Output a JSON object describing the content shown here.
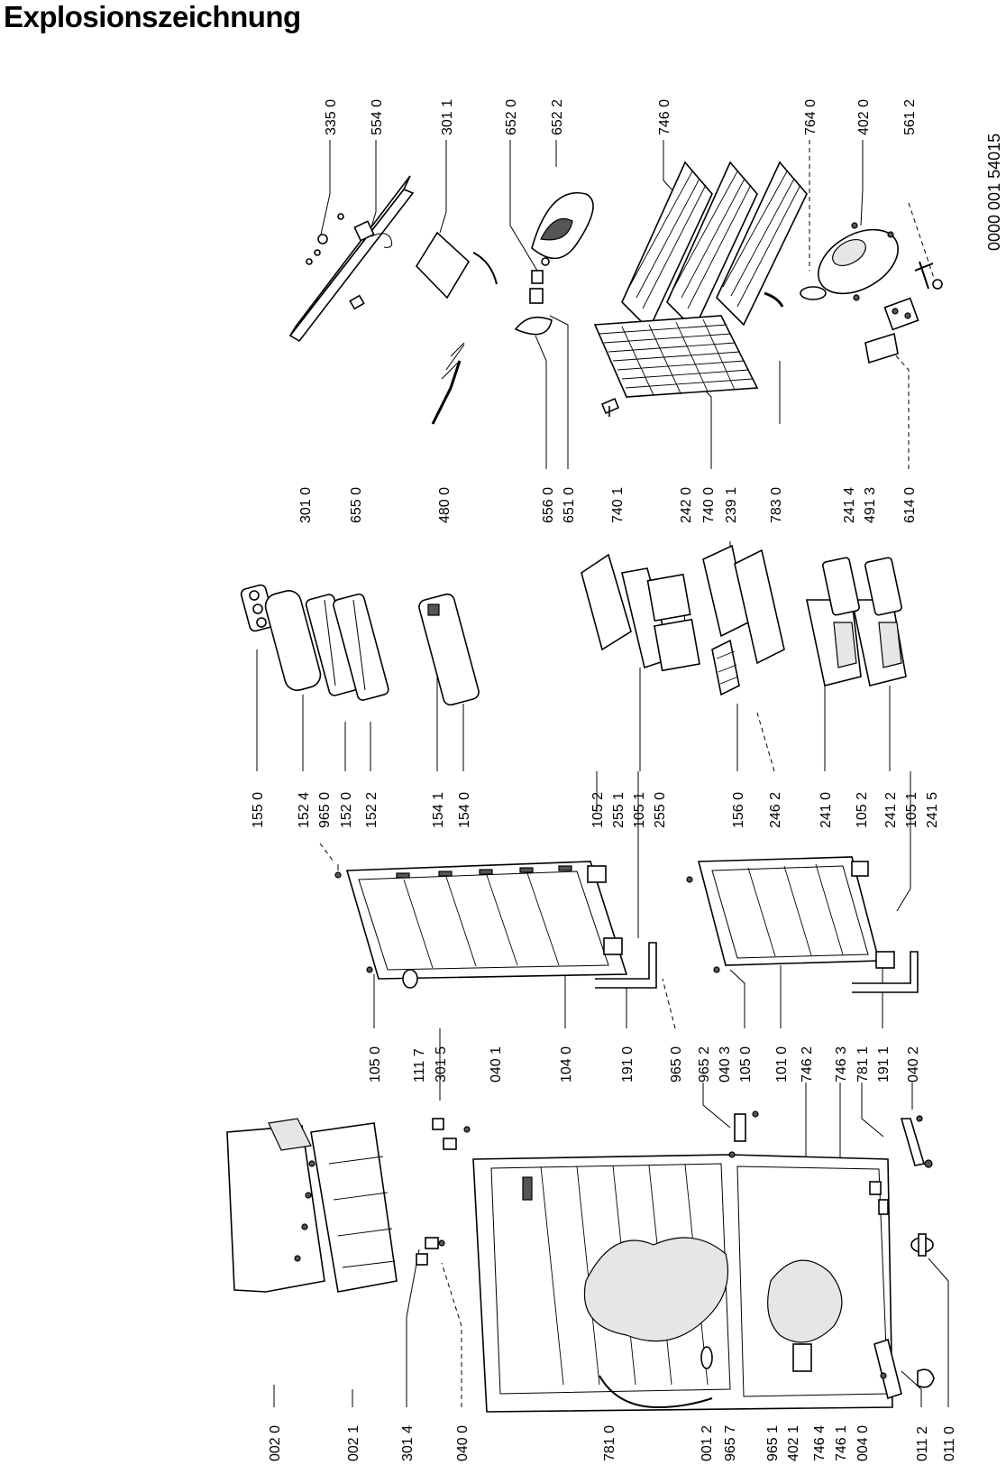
{
  "title": "Explosionszeichnung",
  "doc_number": "0000 001 54015",
  "bottom_parts": [
    "002 0",
    "002 1",
    "301 4",
    "040 0",
    "781 0",
    "001 2",
    "965 7",
    "965 1",
    "402 1",
    "746 4",
    "746 1",
    "004 0",
    "011 2",
    "011 0"
  ],
  "lower_middle_parts": [
    "105 0",
    "111 7",
    "301 5",
    "040 1",
    "104 0",
    "191 0",
    "965 0",
    "965 2",
    "040 3",
    "105 0",
    "101 0",
    "746 2",
    "746 3",
    "781 1",
    "191 1",
    "040 2"
  ],
  "upper_middle_parts": [
    "155 0",
    "152 4",
    "965 0",
    "152 0",
    "152 2",
    "154 1",
    "154 0",
    "105 2",
    "255 1",
    "105 1",
    "255 0",
    "156 0",
    "246 2",
    "241 0",
    "105 2",
    "241 2",
    "105 1",
    "241 5"
  ],
  "middle_row_parts": [
    "301 0",
    "655 0",
    "480 0",
    "656 0",
    "651 0",
    "740 1",
    "242 0",
    "740 0",
    "239 1",
    "783 0",
    "241 4",
    "491 3",
    "614 0"
  ],
  "top_parts": [
    "335 0",
    "554 0",
    "301 1",
    "652 0",
    "652 2",
    "746 0",
    "764 0",
    "402 0",
    "561 2"
  ]
}
